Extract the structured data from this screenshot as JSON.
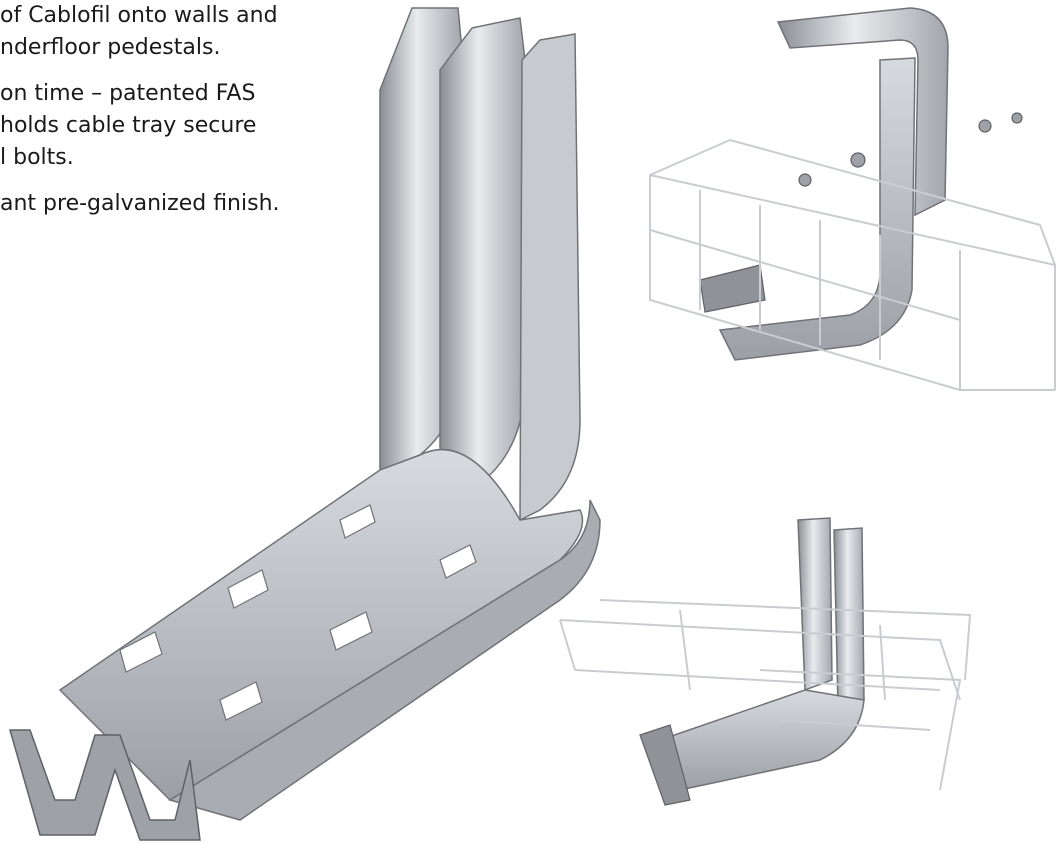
{
  "paragraphs": [
    {
      "lines": [
        "of Cablofil onto walls and",
        "nderfloor pedestals."
      ]
    },
    {
      "lines": [
        "on time – patented FAS",
        " holds cable tray secure",
        "l bolts."
      ]
    },
    {
      "lines": [
        "ant pre-galvanized finish."
      ]
    }
  ],
  "colors": {
    "metal_light": "#eceef0",
    "metal_mid": "#b9bcc0",
    "metal_dark": "#7f8388",
    "wire": "#c9ccd0"
  }
}
